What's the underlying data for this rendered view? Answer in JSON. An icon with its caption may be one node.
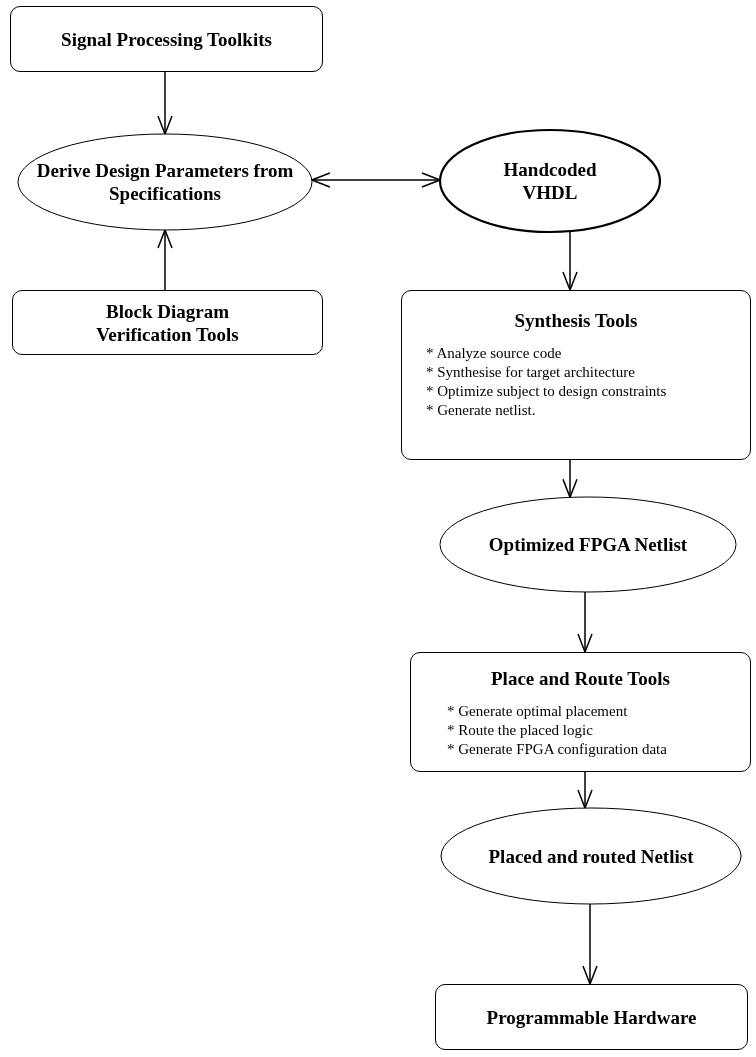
{
  "diagram": {
    "nodes": [
      {
        "text": [
          "Signal Processing Toolkits"
        ]
      },
      {
        "text": [
          "Derive Design Parameters from Specifications"
        ]
      },
      {
        "text": [
          "Handcoded VHDL"
        ]
      },
      {
        "text": [
          "Block Diagram Verification Tools"
        ]
      },
      {
        "text": [
          "Synthesis Tools",
          "* Analyze source code",
          "* Synthesise for target architecture",
          "* Optimize subject to design constraints",
          "* Generate netlist."
        ]
      },
      {
        "text": [
          "Optimized FPGA Netlist"
        ]
      },
      {
        "text": [
          "Place and Route Tools",
          "* Generate optimal placement",
          "* Route the placed logic",
          "* Generate FPGA configuration data"
        ]
      },
      {
        "text": [
          "Placed and routed Netlist"
        ]
      },
      {
        "text": [
          "Programmable Hardware"
        ]
      }
    ],
    "edges": [
      {
        "from": 0,
        "to": 1,
        "arrow": "to"
      },
      {
        "from": 3,
        "to": 1,
        "arrow": "to"
      },
      {
        "from": 1,
        "to": 2,
        "arrow": "both"
      },
      {
        "from": 2,
        "to": 4,
        "arrow": "to"
      },
      {
        "from": 4,
        "to": 5,
        "arrow": "to"
      },
      {
        "from": 5,
        "to": 6,
        "arrow": "to"
      },
      {
        "from": 6,
        "to": 7,
        "arrow": "to"
      },
      {
        "from": 7,
        "to": 8,
        "arrow": "to"
      }
    ]
  }
}
